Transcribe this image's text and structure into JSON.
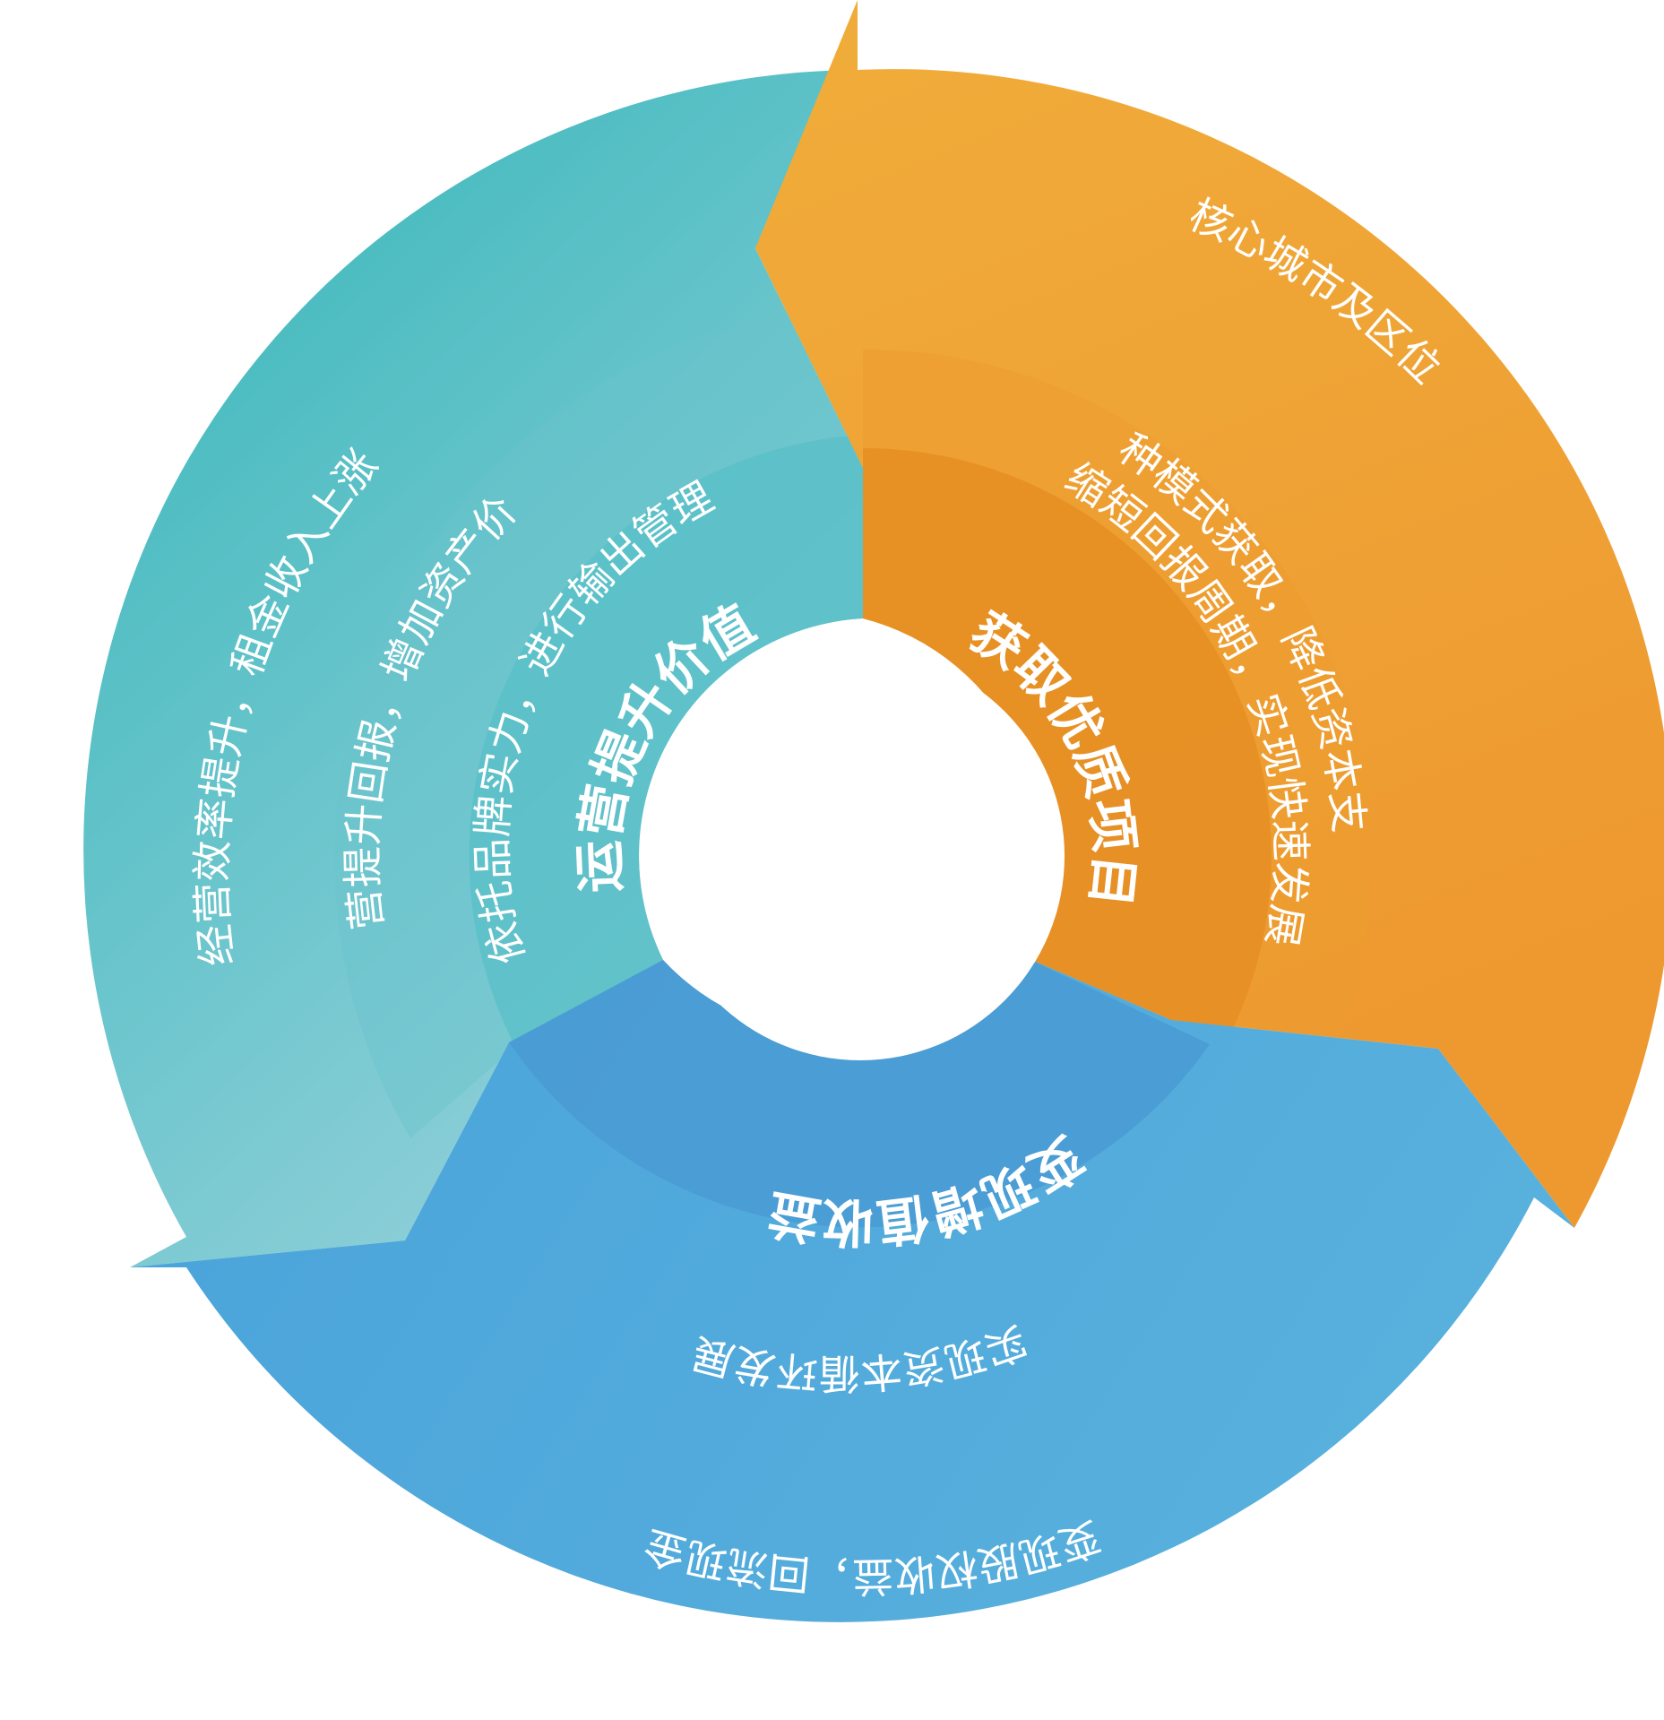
{
  "segments": {
    "operate": {
      "title": "运营提升价值",
      "lines": [
        "依托品牌实力，进行输出管理",
        "运营提升回报，增加资产价值",
        "经营效率提升，租金收入上涨"
      ],
      "colors": [
        "#3cb7bd",
        "#5bc0c9",
        "#8ecdd7"
      ]
    },
    "acquire": {
      "title": "获取优质项目",
      "lines": [
        "缩短回报周期，实现快速发展",
        "多种模式获取，降低资本支出",
        "核心城市及区位"
      ],
      "colors": [
        "#e48c22",
        "#ec9f32",
        "#f0ad3a"
      ]
    },
    "realize": {
      "title": "变现增值收益",
      "lines": [
        "实现资本循环发展",
        "变现股权收益，回流现金"
      ],
      "colors": [
        "#4a9bd4",
        "#4fa7d9",
        "#56aedc"
      ]
    }
  }
}
